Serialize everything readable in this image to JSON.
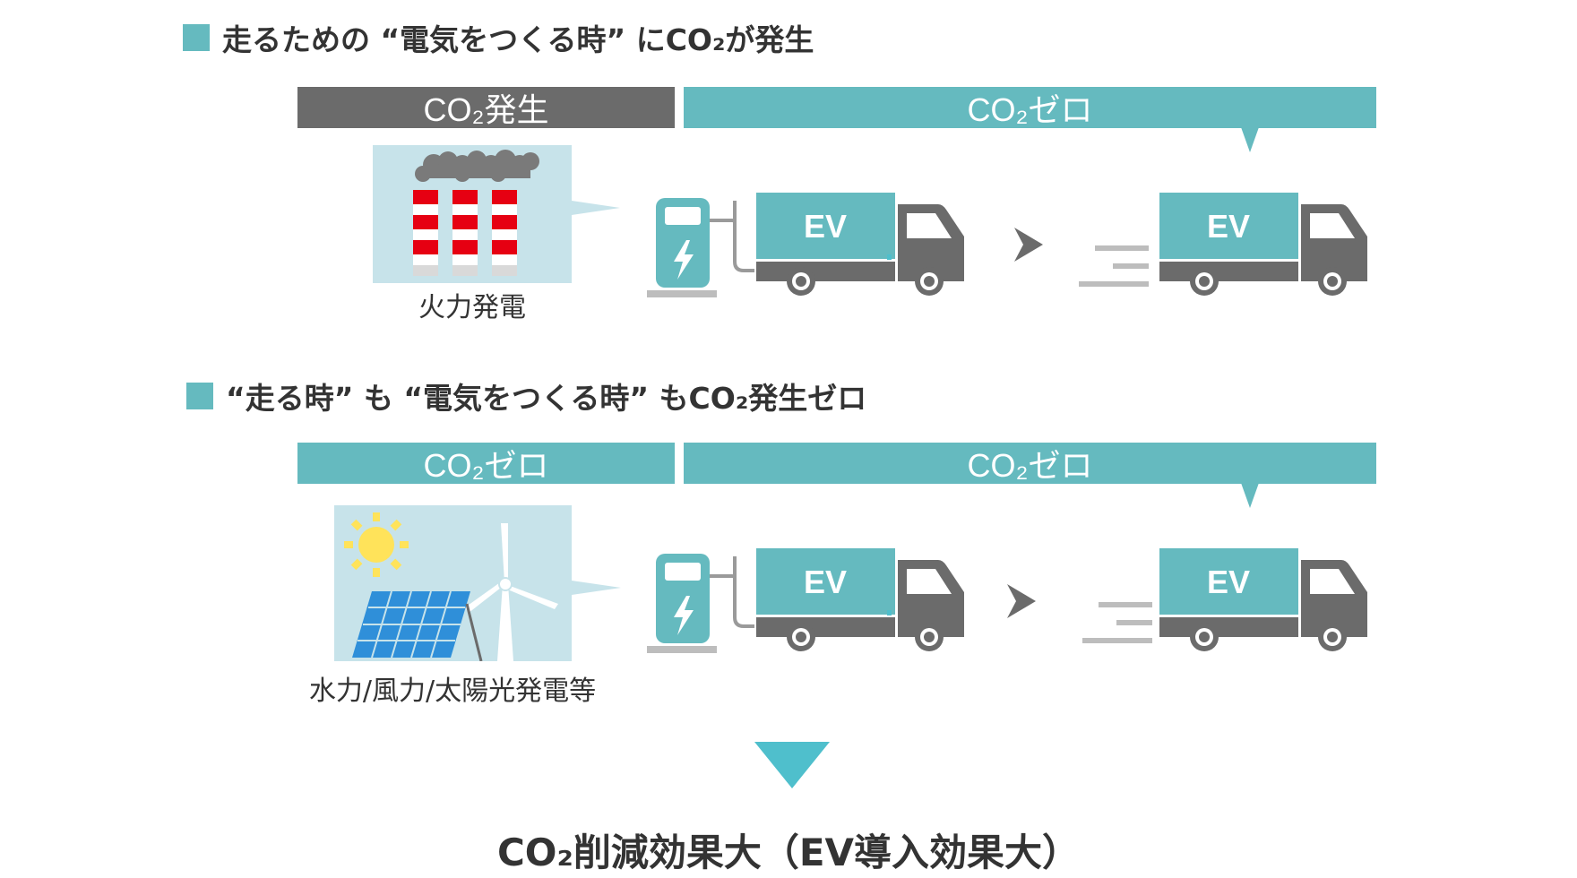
{
  "section1": {
    "heading": "走るための “電気をつくる時” にCO₂が発生",
    "bar_left": "CO₂発生",
    "bar_right": "CO₂ゼロ",
    "source_label": "火力発電",
    "ev_label_1": "EV",
    "ev_label_2": "EV"
  },
  "section2": {
    "heading": "“走る時” も “電気をつくる時” もCO₂発生ゼロ",
    "bar_left": "CO₂ゼロ",
    "bar_right": "CO₂ゼロ",
    "source_label": "水力/風力/太陽光発電等",
    "ev_label_1": "EV",
    "ev_label_2": "EV"
  },
  "result": "CO₂削減効果大（EV導入効果大）",
  "colors": {
    "teal": "#65babf",
    "gray": "#6b6b6b",
    "light_blue_bg": "#c7e3ea",
    "factory_red": "#e60012",
    "arrow_cyan": "#4fbfcc",
    "sun_yellow": "#ffe35a",
    "solar_blue": "#2f8fd9"
  },
  "icons": [
    "factory-icon",
    "charging-station-icon",
    "ev-truck-icon",
    "chevron-right-icon",
    "speed-lines-icon",
    "sun-icon",
    "solar-panel-icon",
    "wind-turbine-icon",
    "down-triangle-icon"
  ]
}
